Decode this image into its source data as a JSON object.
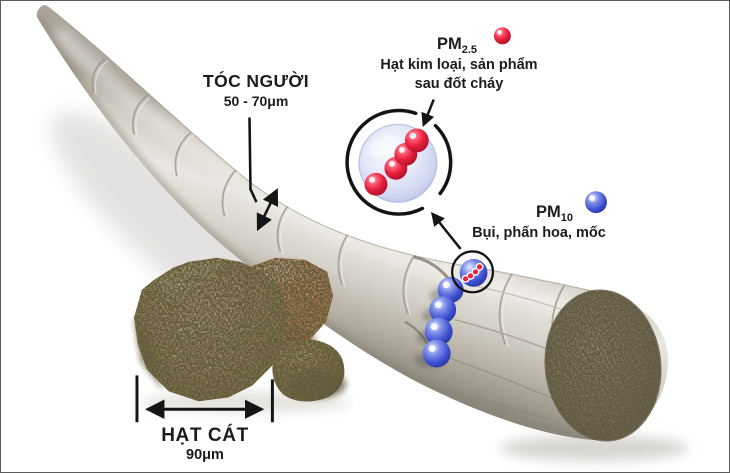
{
  "diagram": {
    "hair": {
      "title": "TÓC NGƯỜI",
      "size_range": "50 - 70μm"
    },
    "pm25": {
      "label": "PM",
      "subscript": "2.5",
      "description_line1": "Hạt kim loại, sản phẩm",
      "description_line2": "sau đốt cháy"
    },
    "pm10": {
      "label": "PM",
      "subscript": "10",
      "description": "Bụi, phấn hoa, mốc"
    },
    "sand": {
      "title": "HẠT CÁT",
      "size": "90μm"
    }
  },
  "colors": {
    "pm25_particle": "#e2203a",
    "pm10_particle": "#3b4ed0",
    "hair_body": "#d6d2c9",
    "annotation": "#151515",
    "background": "#ffffff"
  }
}
